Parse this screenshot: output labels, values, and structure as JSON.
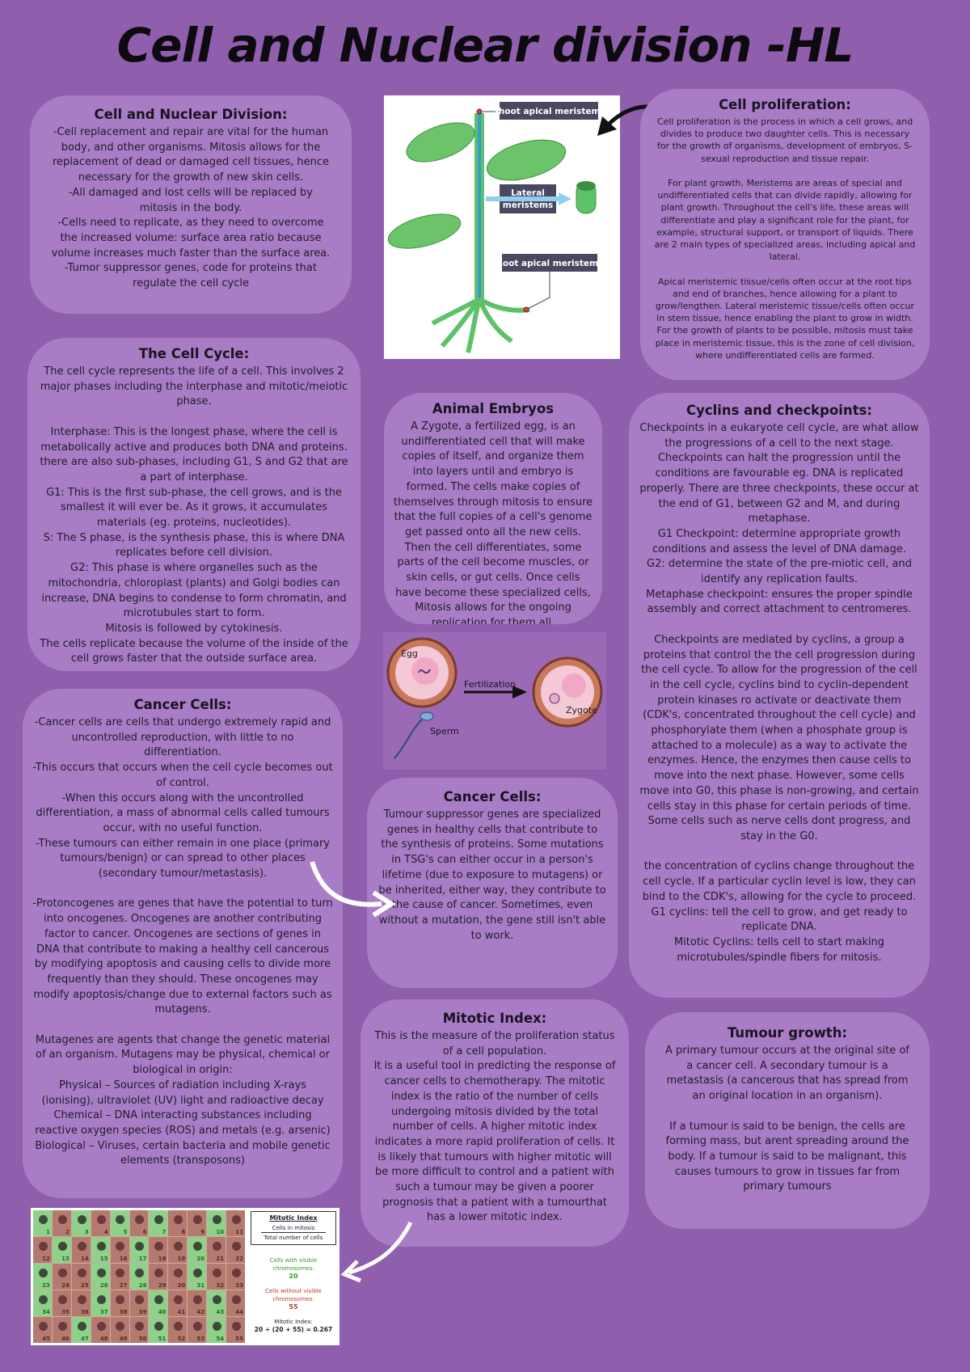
{
  "title": "Cell and Nuclear division -HL",
  "sections": {
    "division": {
      "heading": "Cell and Nuclear Division:",
      "body": "-Cell replacement and repair are vital for the human body, and other organisms. Mitosis allows for the replacement of dead or damaged cell tissues, hence necessary for the growth of new skin cells.\n-All damaged and lost cells will be replaced by mitosis in the body.\n-Cells need to replicate, as they need to overcome the increased volume: surface area ratio because volume increases much faster than the surface area.\n-Tumor suppressor genes, code for proteins that regulate the cell cycle"
    },
    "proliferation": {
      "heading": "Cell proliferation:",
      "body": "Cell proliferation is the process in which a cell grows, and divides to produce two daughter cells. This is necessary for the growth of organisms, development of embryos, S-sexual reproduction and tissue repair.\n\nFor plant growth, Meristems are areas of special and undifferentiated cells that can divide rapidly, allowing for plant growth. Throughout the cell's life, these areas will differentiate and play a significant role for the plant, for example, structural support, or transport of liquids. There are 2 main types of specialized areas, including apical and lateral.\n\nApical meristemic tissue/cells often occur at the root tips and end of branches, hence allowing for a plant to grow/lengthen. Lateral meristemic tissue/cells often occur in stem tissue, hence enabling the plant to grow in width. For the growth of plants to be possible, mitosis must take place in meristemic tissue, this is the zone of cell division, where undifferentiated cells are formed."
    },
    "cycle": {
      "heading": "The Cell Cycle:",
      "body": "The cell cycle represents the life of a cell. This involves 2 major phases including the interphase and mitotic/meiotic phase.\n\nInterphase: This is the longest phase, where the cell is metabolically active and produces both DNA and proteins. there are also sub-phases, including G1, S and G2 that are a part of interphase.\nG1: This is the first sub-phase, the cell grows, and is the smallest it will ever be.  As it grows, it accumulates materials (eg. proteins, nucleotides).\nS: The S phase, is the synthesis phase, this is where DNA replicates before cell division.\nG2: This phase is where organelles such as the mitochondria, chloroplast (plants) and Golgi bodies can increase, DNA begins to condense to form chromatin, and microtubules start to form.\nMitosis is followed by cytokinesis.\nThe cells replicate because the volume of the inside of the cell grows faster that the outside surface area."
    },
    "embryos": {
      "heading": "Animal Embryos",
      "body": "A  Zygote, a fertilized egg, is an undifferentiated cell that will make copies of itself, and organize them into layers until and embryo is formed. The cells make copies of themselves through mitosis to ensure that the full copies of a cell's genome get passed onto all the new cells. Then the cell differentiates, some parts of the cell become muscles, or skin cells, or gut cells. Once cells have become these specialized cells, Mitosis allows for the ongoing replication for them all."
    },
    "cyclins": {
      "heading": "Cyclins and checkpoints:",
      "body": "Checkpoints in a eukaryote cell cycle, are what allow the progressions of a cell to the next stage. Checkpoints can halt the progression until the conditions are favourable eg. DNA is replicated properly. There are three checkpoints, these occur at the end of G1, between G2 and M, and during metaphase.\nG1 Checkpoint: determine appropriate growth conditions and assess the level of DNA damage.\nG2:  determine the state of the pre-miotic cell, and identify any replication faults.\nMetaphase checkpoint: ensures the proper spindle assembly and correct attachment to centromeres.\n\nCheckpoints are mediated by cyclins, a group a proteins that control the the cell progression during the cell cycle. To allow for the progression of the cell in the cell cycle, cyclins bind to cyclin-dependent protein kinases ro activate or deactivate them (CDK's, concentrated throughout the cell cycle) and phosphorylate them (when a phosphate group is attached to a molecule) as a way to activate the enzymes. Hence, the enzymes then cause cells to move into the next phase. However, some cells move into G0, this phase is non-growing, and certain cells stay in this phase for certain periods of time.  Some cells such as nerve cells dont progress, and stay in the G0.\n\nthe concentration of cyclins change throughout the cell cycle. If a particular cyclin level is low, they can bind to the CDK's, allowing for the cycle to proceed.\nG1 cyclins: tell the cell to grow, and get ready to replicate DNA.\nMitotic Cyclins: tells cell to start making microtubules/spindle fibers for mitosis."
    },
    "cancer1": {
      "heading": "Cancer Cells:",
      "body": "-Cancer cells are cells that undergo extremely rapid and uncontrolled reproduction, with little to no differentiation.\n-This occurs that occurs when the cell cycle becomes out of control.\n-When this occurs along with the uncontrolled differentiation, a mass of abnormal cells called tumours occur, with no useful function.\n-These tumours can either remain in one place (primary tumours/benign) or can spread to other places (secondary tumour/metastasis).\n\n-Protoncogenes are genes that have the potential to turn into oncogenes. Oncogenes are another contributing factor to cancer. Oncogenes are sections of genes in DNA that contribute to making a healthy cell cancerous by modifying apoptosis and causing cells to divide more frequently than they should. These oncogenes may modify apoptosis/change due to external factors such as mutagens.\n\nMutagenes are agents that change the genetic material of an organism. Mutagens may be physical, chemical or biological in origin:\nPhysical – Sources of radiation including X-rays (ionising), ultraviolet (UV) light and radioactive decay\nChemical – DNA interacting substances including reactive oxygen species (ROS) and metals (e.g. arsenic)\nBiological – Viruses, certain bacteria and mobile genetic elements (transposons)"
    },
    "cancer2": {
      "heading": "Cancer Cells:",
      "body": "Tumour suppressor genes are specialized genes in healthy cells that contribute to the synthesis of proteins. Some mutations in TSG's can either occur in a person's lifetime (due to exposure to mutagens) or be inherited, either way, they contribute to the cause of cancer. Sometimes, even without a mutation, the gene still isn't able to work."
    },
    "mitotic": {
      "heading": "Mitotic Index:",
      "body": "This is the measure of the proliferation status of a cell population.\nIt is a useful tool in predicting the response of cancer cells to chemotherapy. The mitotic index is the ratio of the number of cells undergoing mitosis divided by the total number of cells. A higher mitotic index indicates a more rapid proliferation of cells. It is likely that tumours with higher mitotic will be more difficult to control and a patient with such a tumour may be given a poorer prognosis that a patient with a tumourthat has a lower mitotic index."
    },
    "tumour": {
      "heading": "Tumour growth:",
      "body": "A primary tumour occurs at the original site of a cancer cell. A secondary tumour is a metastasis (a cancerous  that has spread from an original location in an organism).\n\nIf a tumour is said to be benign, the cells are forming mass, but arent spreading around the body. If a tumour is said to be malignant, this causes tumours to grow in tissues far from primary tumours"
    }
  },
  "plant_diagram": {
    "shoot": "Shoot apical meristems",
    "lateral_1": "Lateral",
    "lateral_2": "meristems",
    "root": "Root apical meristems"
  },
  "fertilization_diagram": {
    "egg": "Egg",
    "arrow": "Fertilization",
    "zygote": "Zygote",
    "sperm": "Sperm"
  },
  "mitotic_figure": {
    "title": "Mitotic Index",
    "numerator": "Cells in mitosis",
    "denominator": "Total number of cells",
    "visible_label": "Cells with visible chromosomes:",
    "visible_value": "20",
    "not_visible_label": "Cells without visible chromosomes:",
    "not_visible_value": "55",
    "result_label": "Mitotic Index:",
    "result": "20 ÷ (20 + 55) = 0.267",
    "cell_numbers": [
      "1",
      "2",
      "3",
      "4",
      "5",
      "6",
      "7",
      "8",
      "9",
      "10",
      "11",
      "12",
      "13",
      "14",
      "15",
      "16",
      "17",
      "18",
      "19",
      "20",
      "21",
      "22",
      "23",
      "24",
      "25",
      "26",
      "27",
      "28",
      "29",
      "30",
      "31",
      "32",
      "33",
      "34",
      "35",
      "36",
      "37",
      "38",
      "39",
      "40",
      "41",
      "42",
      "43",
      "44",
      "45",
      "46",
      "47",
      "48",
      "49",
      "50",
      "51",
      "52",
      "53",
      "54",
      "55"
    ],
    "colors": {
      "mitotic": "#8fd08a",
      "other": "#b47a70",
      "green_text": "#2f9a2c",
      "red_text": "#c0392b"
    }
  },
  "colors": {
    "background": "#8f5fad",
    "box": "#a87dc6"
  }
}
